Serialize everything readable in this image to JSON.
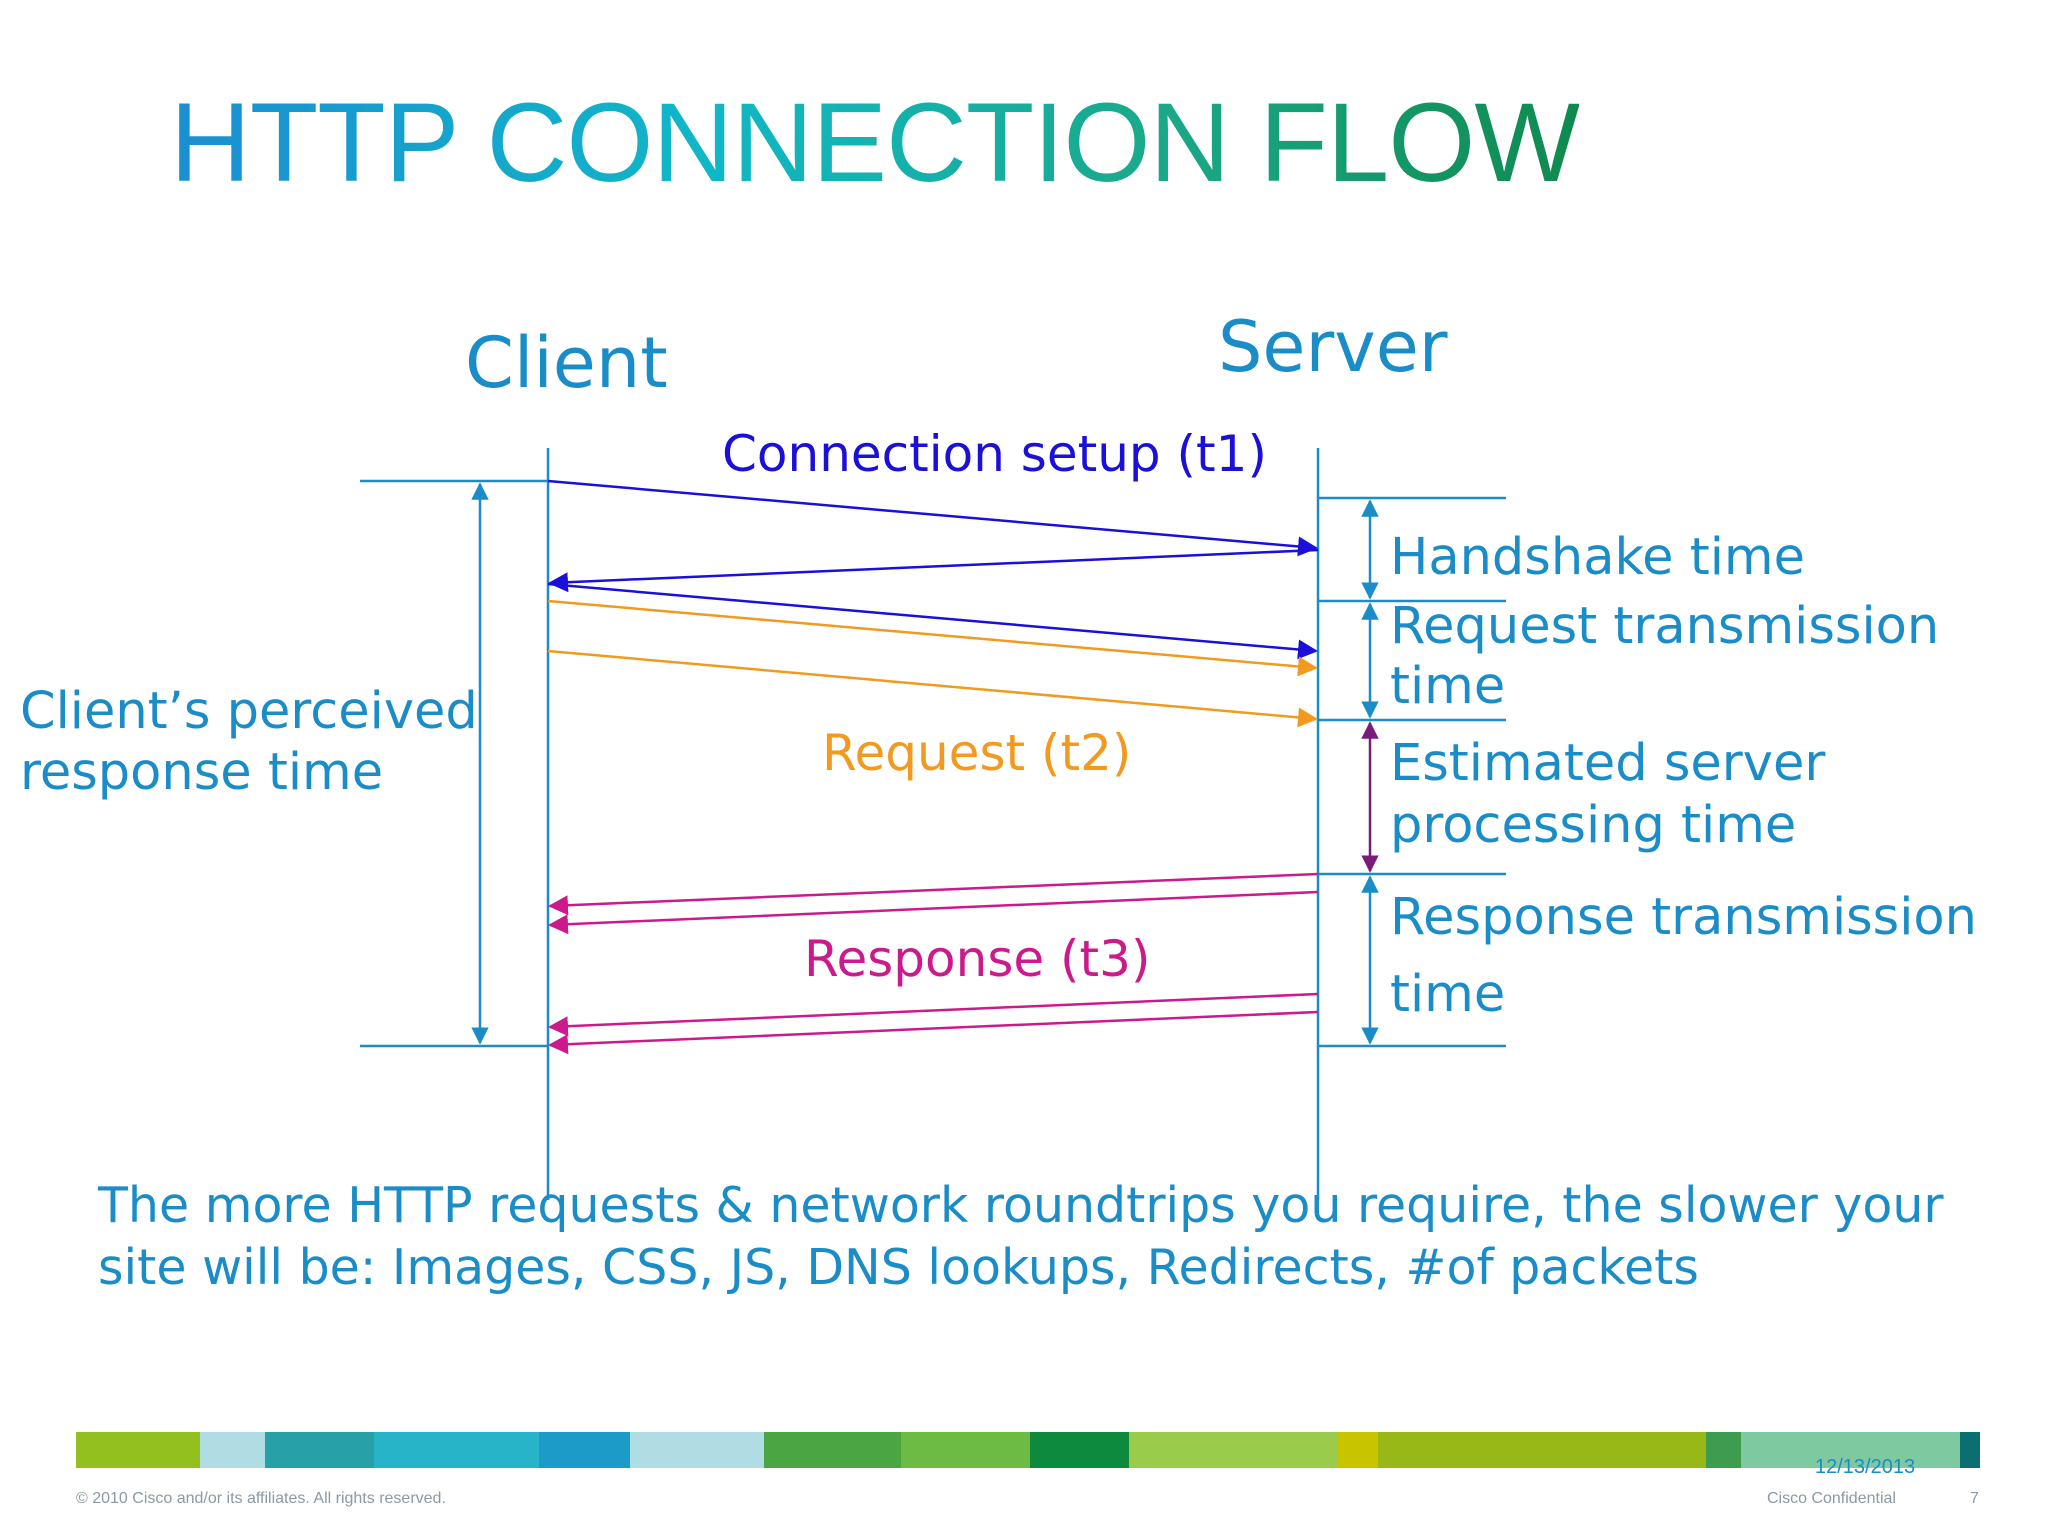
{
  "slide": {
    "title": "HTTP CONNECTION FLOW",
    "client_label": "Client",
    "server_label": "Server",
    "perceived_label_1": "Client’s perceived",
    "perceived_label_2": "response time",
    "connection_setup": "Connection setup (t1)",
    "request": "Request (t2)",
    "response": "Response (t3)",
    "handshake": "Handshake time",
    "request_tx_1": "Request transmission",
    "request_tx_2": "time",
    "server_proc_1": "Estimated server",
    "server_proc_2": "processing time",
    "response_tx_1": "Response transmission",
    "response_tx_2": "time",
    "caption": "The more HTTP requests & network roundtrips you require, the slower your site will be:    Images, CSS, JS, DNS lookups, Redirects, #of packets"
  },
  "colors": {
    "accent": "#1a8cc8",
    "setup": "#1a10d8",
    "request": "#f29a1f",
    "response": "#cc1a8c",
    "processing": "#7a1a7a"
  },
  "footer": {
    "copyright": "© 2010 Cisco and/or its affiliates. All rights reserved.",
    "confidential": "Cisco Confidential",
    "page": "7",
    "date": "12/13/2013",
    "bar_colors": [
      "#93c01f",
      "#b0dde3",
      "#27a0a8",
      "#28b4c8",
      "#1c9ac8",
      "#b0dde3",
      "#4aa542",
      "#6dbb44",
      "#0d8a3e",
      "#9bcb4a",
      "#c8c400",
      "#98b817",
      "#3d9c4e",
      "#7ec9a0",
      "#0d6e72"
    ]
  }
}
